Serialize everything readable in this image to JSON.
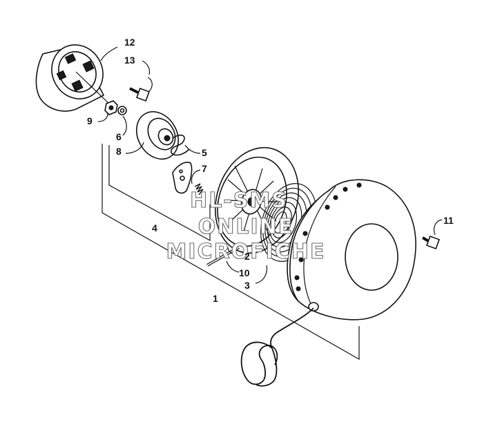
{
  "callouts": {
    "c1": "1",
    "c2": "2",
    "c3": "3",
    "c4": "4",
    "c5": "5",
    "c6": "6",
    "c7": "7",
    "c8": "8",
    "c9": "9",
    "c10": "10",
    "c11": "11",
    "c12": "12",
    "c13": "13"
  },
  "watermark": {
    "line1": "HL-SMS",
    "line2": "ONLINE",
    "line3": "MICROFICHE"
  },
  "colors": {
    "ink": "#111111",
    "watermark_outline": "#6e6e6e",
    "background": "#ffffff"
  }
}
